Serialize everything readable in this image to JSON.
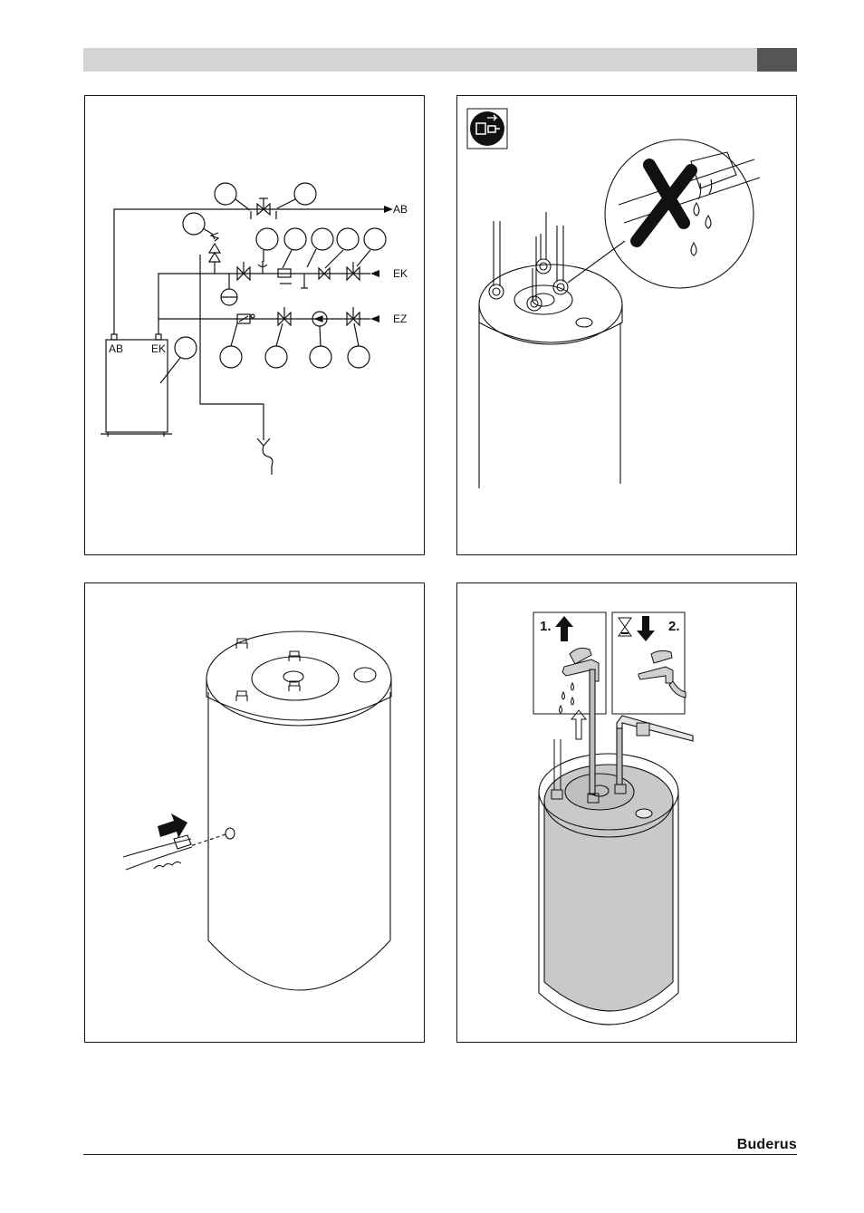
{
  "header": {
    "bar_color": "#d4d4d4",
    "tab_color": "#555555"
  },
  "schematic": {
    "outlet_label": "AB",
    "cold_inlet_label": "EK",
    "circulation_label": "EZ",
    "tank_outlet_label": "AB",
    "tank_inlet_label": "EK"
  },
  "step_icons": {
    "step1": "1.",
    "step2": "2."
  },
  "icons": [
    "pull-plug-icon",
    "no-leak-x-icon",
    "hourglass-icon",
    "arrow-up-icon",
    "arrow-down-icon",
    "faucet-icon"
  ],
  "footer": {
    "brand": "Buderus"
  }
}
